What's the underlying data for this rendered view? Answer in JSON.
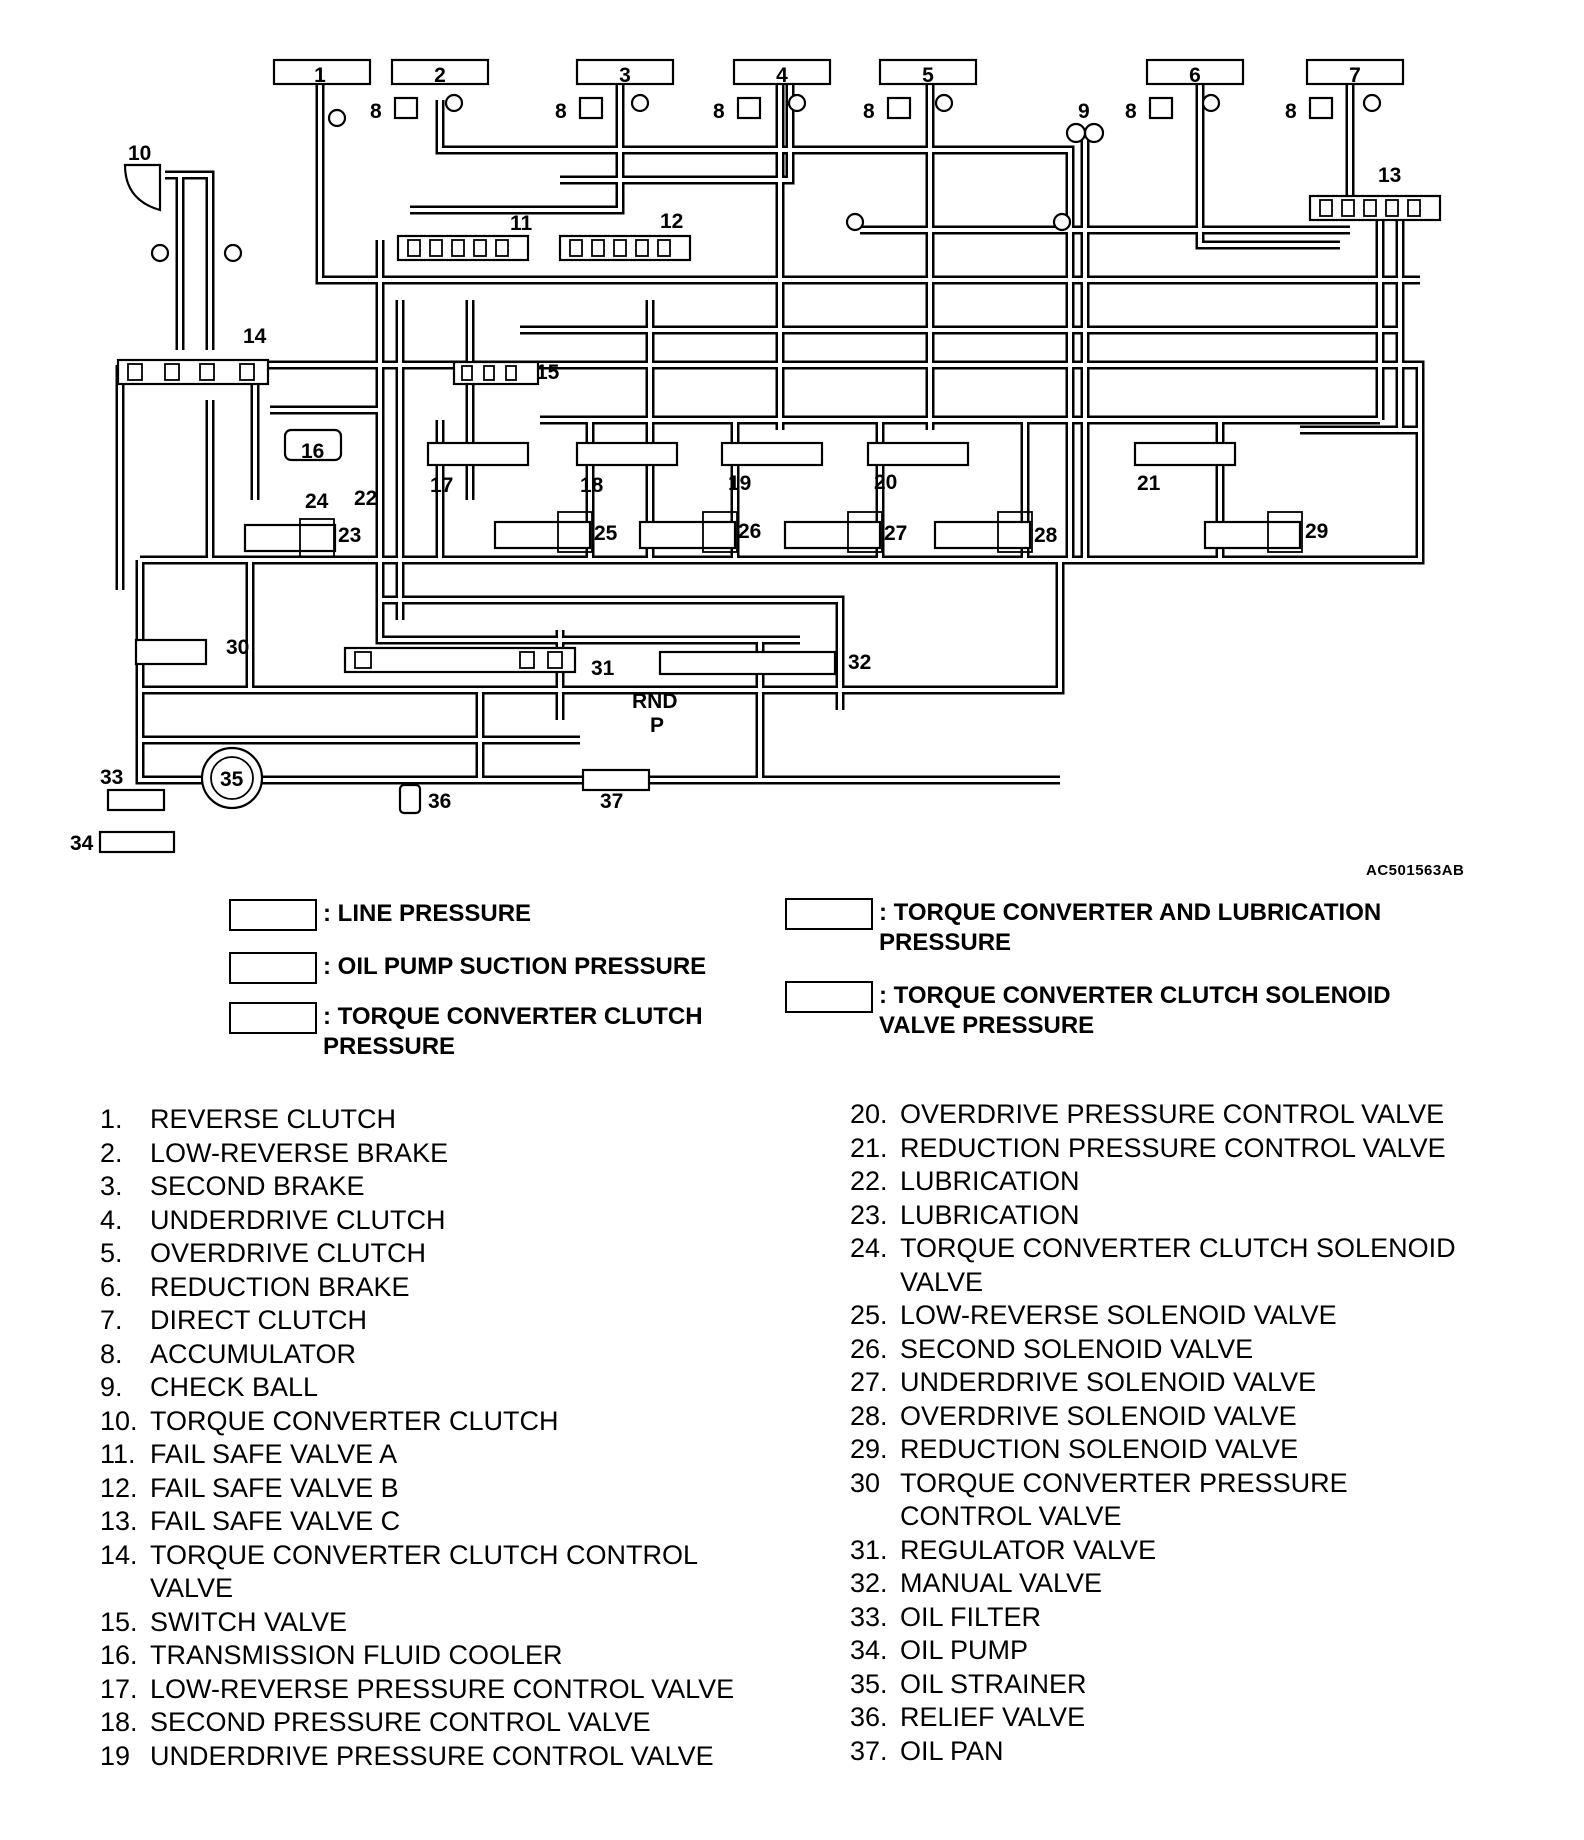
{
  "figure_id": "AC501563AB",
  "diagram": {
    "top_labels": [
      "1",
      "2",
      "3",
      "4",
      "5",
      "6",
      "7"
    ],
    "accumulator_label": "8",
    "check_ball_label": "9",
    "torque_converter_label": "10",
    "valve_labels": {
      "v11": "11",
      "v12": "12",
      "v13": "13",
      "v14": "14",
      "v15": "15",
      "v16": "16",
      "v17": "17",
      "v18": "18",
      "v19": "19",
      "v20": "20",
      "v21": "21",
      "v22": "22",
      "v23": "23",
      "v24": "24",
      "v25": "25",
      "v26": "26",
      "v27": "27",
      "v28": "28",
      "v29": "29",
      "v30": "30",
      "v31": "31",
      "v32": "32",
      "v33": "33",
      "v34": "34",
      "v35": "35",
      "v36": "36",
      "v37": "37"
    },
    "manual_positions_line1": "RND",
    "manual_positions_line2": "P"
  },
  "legend": [
    {
      "text": ": LINE PRESSURE"
    },
    {
      "text": ": OIL PUMP SUCTION PRESSURE"
    },
    {
      "text": ": TORQUE CONVERTER CLUTCH\n PRESSURE"
    },
    {
      "text": ": TORQUE CONVERTER AND LUBRICATION\n PRESSURE"
    },
    {
      "text": ": TORQUE CONVERTER CLUTCH SOLENOID\n VALVE PRESSURE"
    }
  ],
  "parts_left": [
    {
      "num": "1.",
      "label": "REVERSE CLUTCH"
    },
    {
      "num": "2.",
      "label": "LOW-REVERSE BRAKE"
    },
    {
      "num": "3.",
      "label": "SECOND BRAKE"
    },
    {
      "num": "4.",
      "label": "UNDERDRIVE CLUTCH"
    },
    {
      "num": "5.",
      "label": "OVERDRIVE CLUTCH"
    },
    {
      "num": "6.",
      "label": "REDUCTION BRAKE"
    },
    {
      "num": "7.",
      "label": "DIRECT CLUTCH"
    },
    {
      "num": "8.",
      "label": "ACCUMULATOR"
    },
    {
      "num": "9.",
      "label": "CHECK BALL"
    },
    {
      "num": "10.",
      "label": "TORQUE CONVERTER CLUTCH"
    },
    {
      "num": "11.",
      "label": "FAIL SAFE VALVE A"
    },
    {
      "num": "12.",
      "label": "FAIL SAFE VALVE B"
    },
    {
      "num": "13.",
      "label": "FAIL SAFE VALVE C"
    },
    {
      "num": "14.",
      "label": "TORQUE CONVERTER CLUTCH CONTROL\nVALVE"
    },
    {
      "num": "15.",
      "label": "SWITCH VALVE"
    },
    {
      "num": "16.",
      "label": "TRANSMISSION FLUID COOLER"
    },
    {
      "num": "17.",
      "label": "LOW-REVERSE PRESSURE CONTROL VALVE"
    },
    {
      "num": "18.",
      "label": "SECOND PRESSURE CONTROL VALVE"
    },
    {
      "num": "19",
      "label": "UNDERDRIVE PRESSURE CONTROL VALVE"
    }
  ],
  "parts_right": [
    {
      "num": "20.",
      "label": "OVERDRIVE PRESSURE CONTROL VALVE"
    },
    {
      "num": "21.",
      "label": "REDUCTION PRESSURE CONTROL VALVE"
    },
    {
      "num": "22.",
      "label": "LUBRICATION"
    },
    {
      "num": "23.",
      "label": "LUBRICATION"
    },
    {
      "num": "24.",
      "label": "TORQUE CONVERTER CLUTCH SOLENOID\nVALVE"
    },
    {
      "num": "25.",
      "label": "LOW-REVERSE SOLENOID VALVE"
    },
    {
      "num": "26.",
      "label": "SECOND SOLENOID VALVE"
    },
    {
      "num": "27.",
      "label": "UNDERDRIVE SOLENOID VALVE"
    },
    {
      "num": "28.",
      "label": "OVERDRIVE SOLENOID VALVE"
    },
    {
      "num": "29.",
      "label": "REDUCTION SOLENOID VALVE"
    },
    {
      "num": "30",
      "label": "TORQUE CONVERTER PRESSURE\nCONTROL VALVE"
    },
    {
      "num": "31.",
      "label": "REGULATOR VALVE"
    },
    {
      "num": "32.",
      "label": "MANUAL VALVE"
    },
    {
      "num": "33.",
      "label": "OIL FILTER"
    },
    {
      "num": "34.",
      "label": "OIL PUMP"
    },
    {
      "num": "35.",
      "label": "OIL STRAINER"
    },
    {
      "num": "36.",
      "label": "RELIEF VALVE"
    },
    {
      "num": "37.",
      "label": "OIL PAN"
    }
  ]
}
